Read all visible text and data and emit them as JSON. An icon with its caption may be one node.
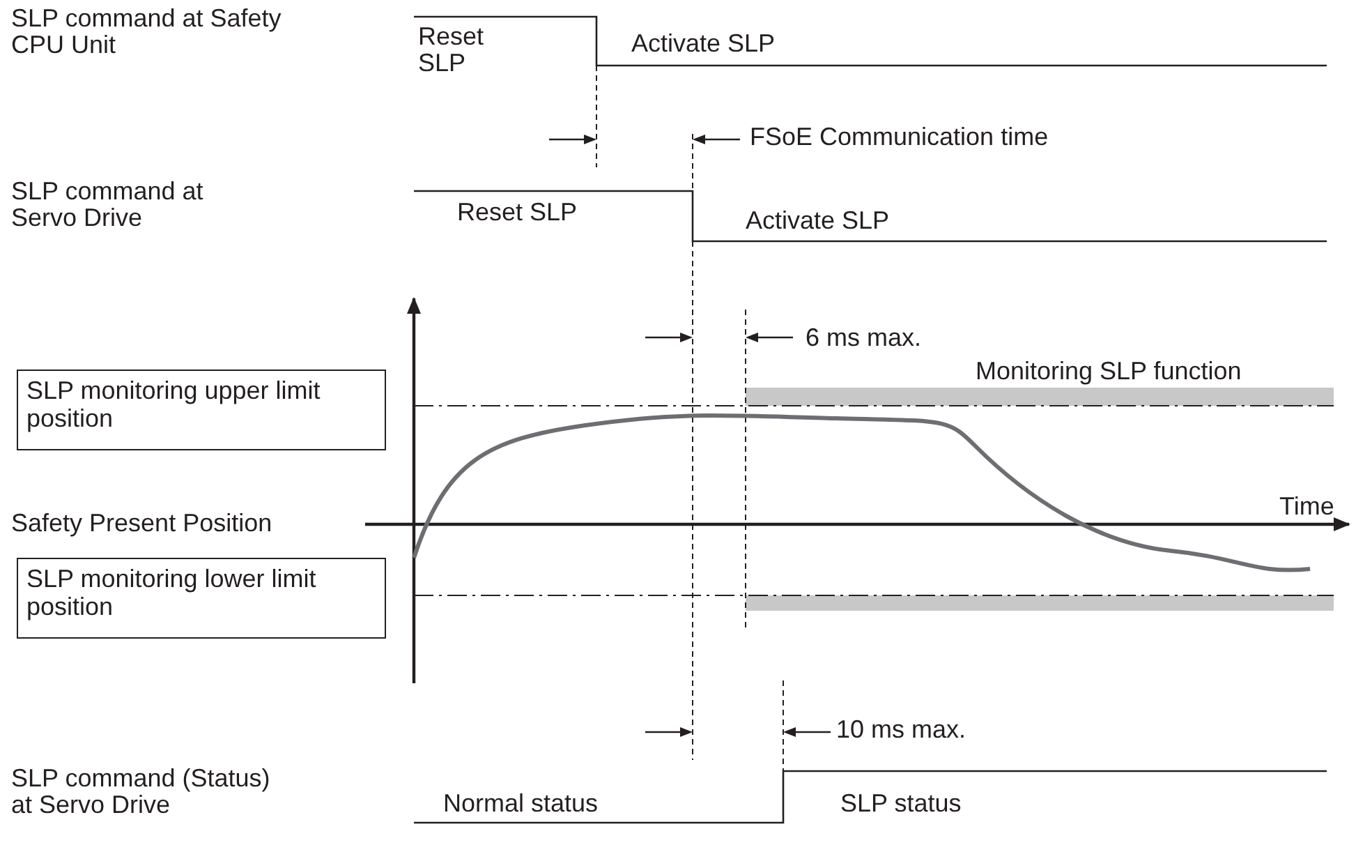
{
  "diagram": {
    "nodes": [
      {
        "text": [
          "SLP monitoring upper limit position"
        ]
      },
      {
        "text": [
          "SLP monitoring lower limit position"
        ]
      }
    ],
    "labels": [
      "SLP command at Safety CPU Unit",
      "Reset SLP",
      "Activate SLP",
      "FSoE Communication time",
      "SLP command at Servo Drive",
      "Reset SLP",
      "Activate SLP",
      "6 ms max.",
      "Monitoring SLP function",
      "Safety Present Position",
      "Time",
      "10 ms max.",
      "SLP command (Status) at Servo Drive",
      "Normal status",
      "SLP status"
    ]
  }
}
